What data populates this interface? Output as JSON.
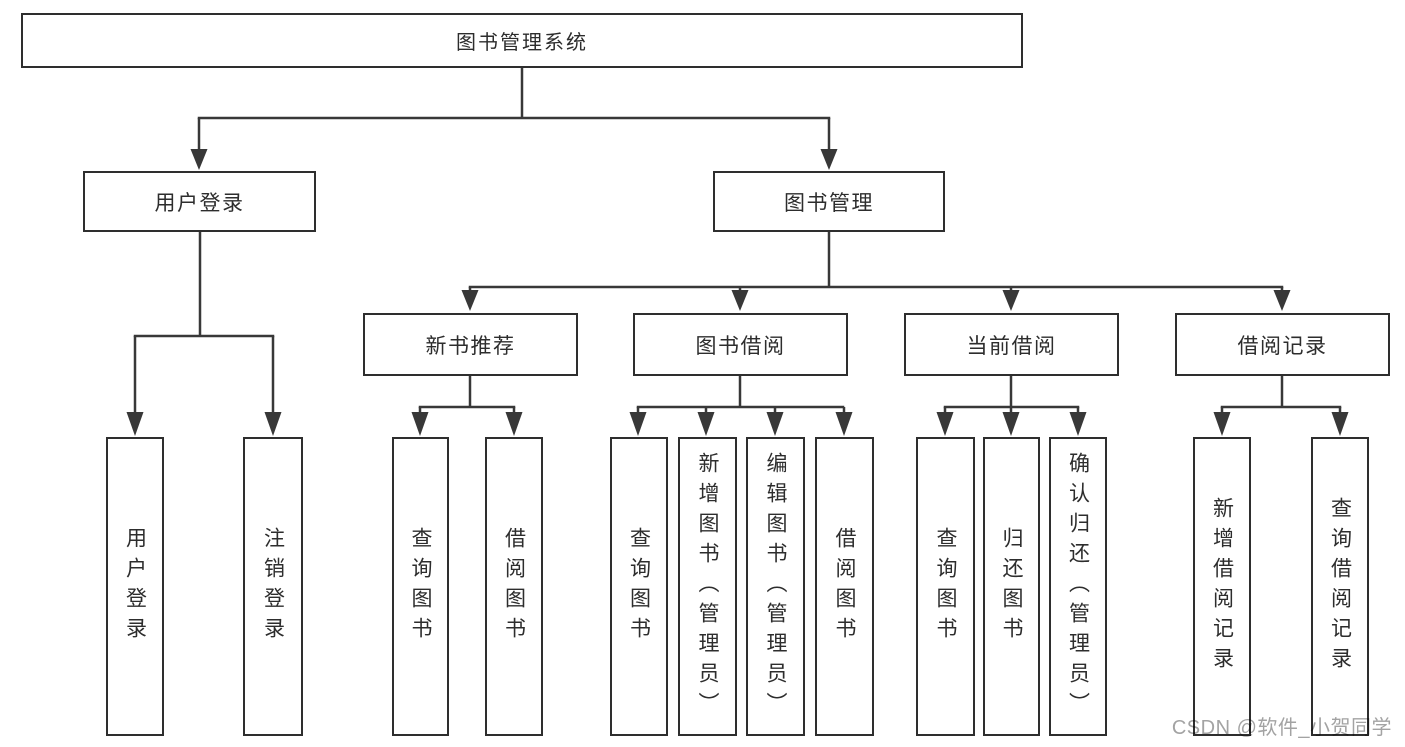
{
  "nodes": {
    "root": {
      "label": "图书管理系统"
    },
    "level2": [
      {
        "label": "用户登录"
      },
      {
        "label": "图书管理"
      }
    ],
    "level3": [
      {
        "label": "新书推荐"
      },
      {
        "label": "图书借阅"
      },
      {
        "label": "当前借阅"
      },
      {
        "label": "借阅记录"
      }
    ],
    "leaves": [
      {
        "label": "用户登录"
      },
      {
        "label": "注销登录"
      },
      {
        "label": "查询图书"
      },
      {
        "label": "借阅图书"
      },
      {
        "label": "查询图书"
      },
      {
        "label": "新增图书（管理员）"
      },
      {
        "label": "编辑图书（管理员）"
      },
      {
        "label": "借阅图书"
      },
      {
        "label": "查询图书"
      },
      {
        "label": "归还图书"
      },
      {
        "label": "确认归还（管理员）"
      },
      {
        "label": "新增借阅记录"
      },
      {
        "label": "查询借阅记录"
      }
    ]
  },
  "watermark": {
    "text": "CSDN @软件_小贺同学"
  },
  "colors": {
    "background": "#ffffff",
    "box_border": "#2e2e2e",
    "connector_line": "#383838",
    "text": "#2d2d2d",
    "watermark_text": "#a3a3a3"
  }
}
